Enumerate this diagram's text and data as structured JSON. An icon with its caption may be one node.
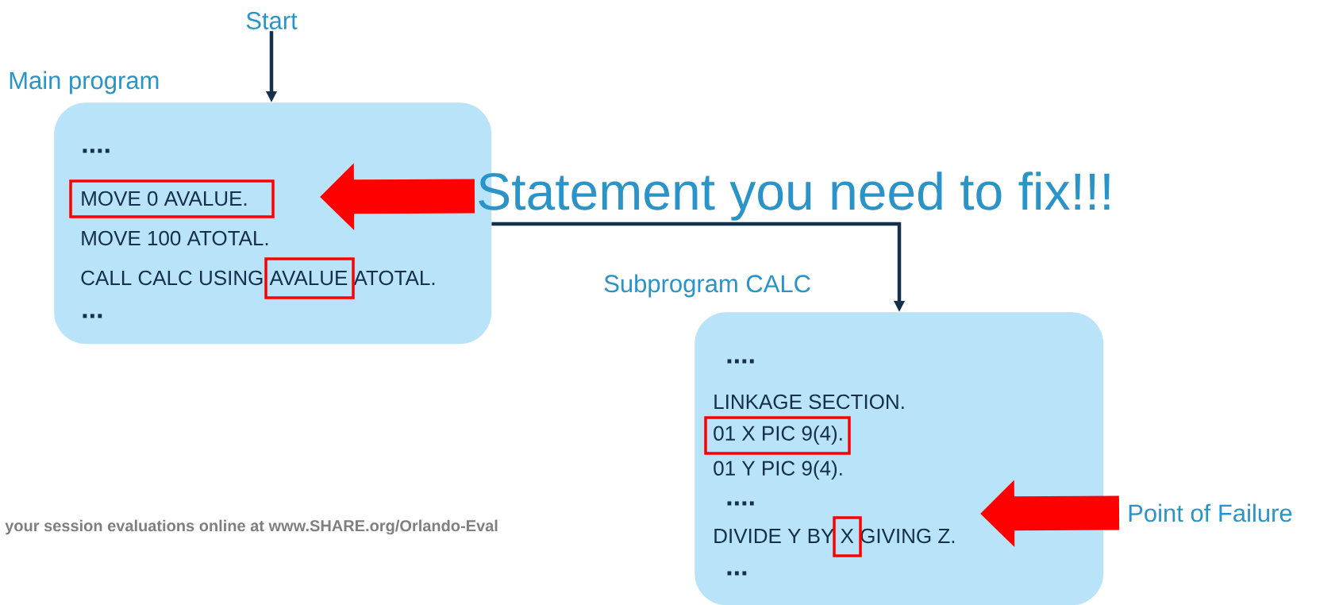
{
  "diagram": {
    "nodes": [
      {
        "text": [
          "Start"
        ]
      },
      {
        "text": [
          "Main program",
          "....",
          "MOVE 0 AVALUE.",
          "MOVE 100 ATOTAL.",
          "CALL CALC USING AVALUE ATOTAL.",
          "..."
        ]
      },
      {
        "text": [
          "Statement you need to fix!!!"
        ]
      },
      {
        "text": [
          "Subprogram CALC",
          "....",
          "LINKAGE SECTION.",
          "01 X PIC 9(4).",
          "01 Y PIC 9(4).",
          "....",
          "DIVIDE Y BY X GIVING Z.",
          "..."
        ]
      },
      {
        "text": [
          "Point of Failure"
        ]
      }
    ],
    "edges": [
      {
        "from": 0,
        "to": 1,
        "arrow": "to"
      },
      {
        "from": 1,
        "to": 3,
        "arrow": "to"
      },
      {
        "from": 2,
        "to": 1,
        "arrow": "to",
        "style": "thick",
        "color": "#ff0000"
      },
      {
        "from": 4,
        "to": 3,
        "arrow": "to",
        "style": "thick",
        "color": "#ff0000"
      }
    ],
    "labels": [
      "your session evaluations online at www.SHARE.org/Orlando-Eval"
    ]
  }
}
